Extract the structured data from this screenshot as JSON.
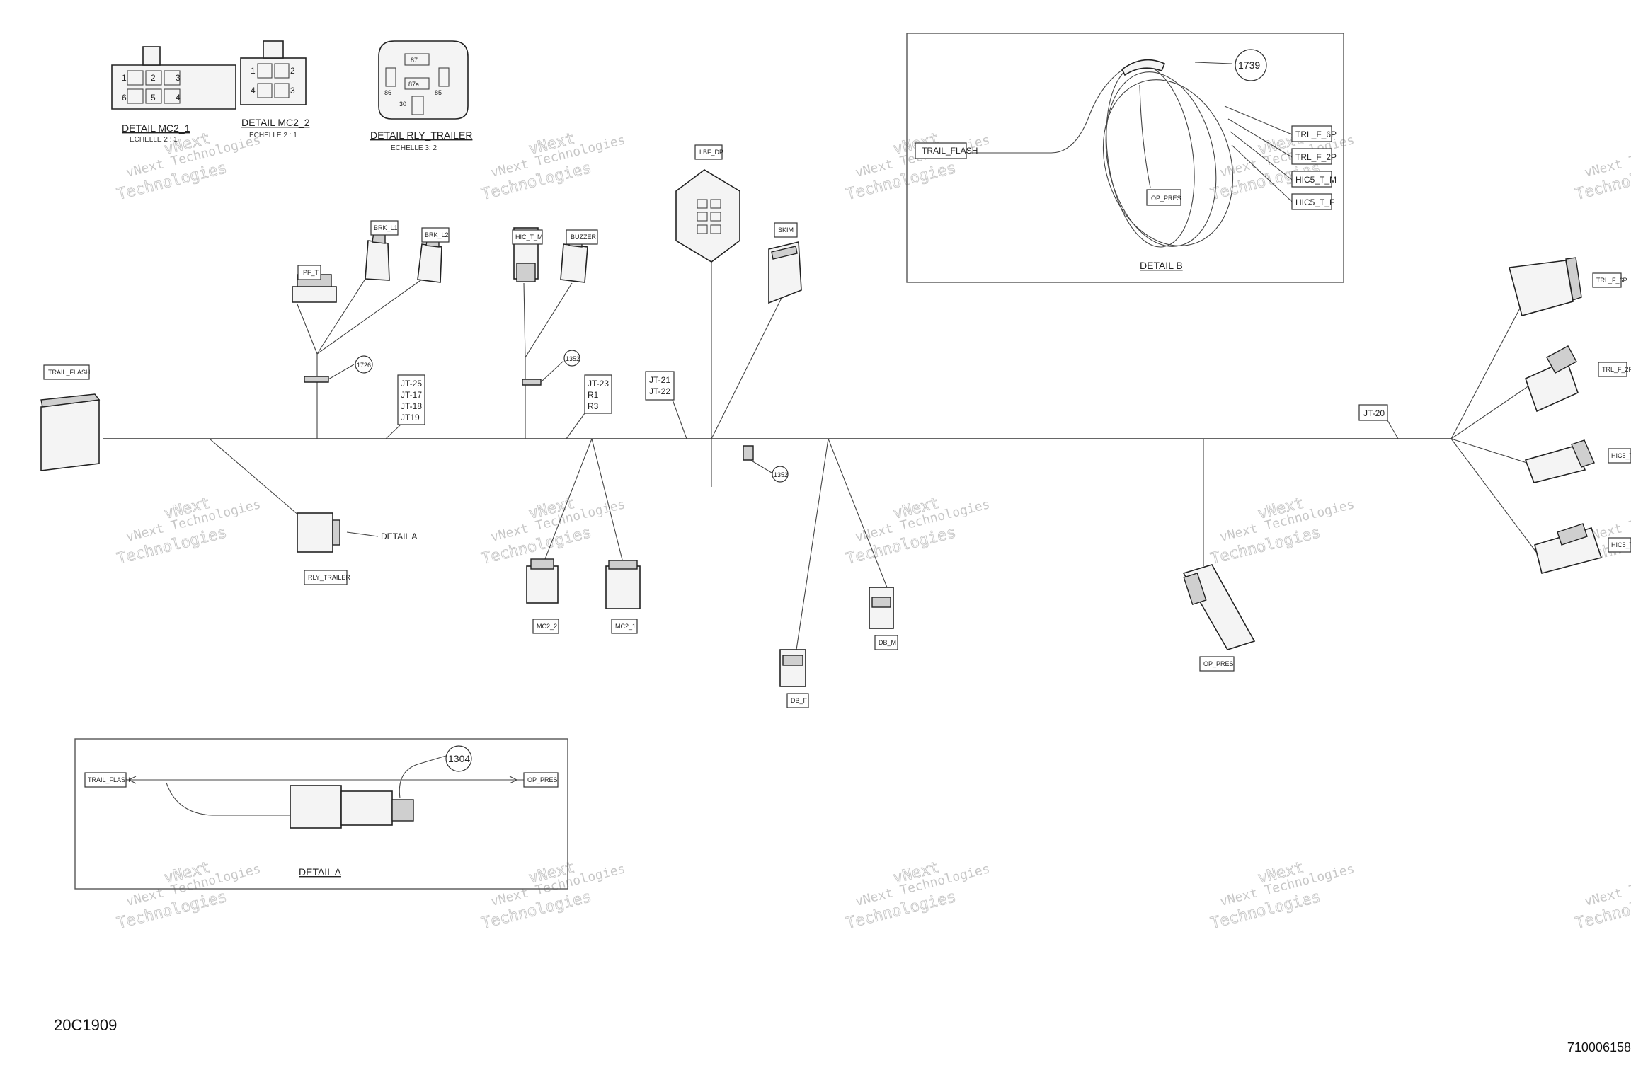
{
  "document": {
    "id": "20C1909",
    "sheet": "710006158"
  },
  "watermark": {
    "line1": "vNext Technologies",
    "line2": "Technologies",
    "line3": "vNext"
  },
  "details": {
    "mc2_1": {
      "title": "DETAIL MC2_1",
      "scale": "ECHELLE 2 : 1"
    },
    "mc2_2": {
      "title": "DETAIL MC2_2",
      "scale": "ECHELLE 2 : 1"
    },
    "rly": {
      "title": "DETAIL RLY_TRAILER",
      "scale": "ECHELLE 3: 2"
    },
    "a": {
      "title": "DETAIL A"
    },
    "b": {
      "title": "DETAIL B"
    }
  },
  "pins": {
    "mc2_1": [
      "1",
      "2",
      "3",
      "6",
      "5",
      "4"
    ],
    "mc2_2": [
      "1",
      "2",
      "4",
      "3"
    ],
    "rly": [
      "87",
      "87a",
      "86",
      "85",
      "30"
    ]
  },
  "connectors": {
    "trail_flash": "TRAIL_FLASH",
    "pf_t": "PF_T",
    "brk_l1": "BRK_L1",
    "brk_l2": "BRK_L2",
    "hic_t_m": "HIC_T_M",
    "buzzer": "BUZZER",
    "lbf_dp": "LBF_DP",
    "skim": "SKIM",
    "rly_trailer": "RLY_TRAILER",
    "mc2_2": "MC2_2",
    "mc2_1": "MC2_1",
    "db_f": "DB_F",
    "db_m": "DB_M",
    "op_pres": "OP_PRES",
    "trl_f_6p": "TRL_F_6P",
    "trl_f_2p": "TRL_F_2P",
    "hic5_t": "HIC5_T",
    "hic5_t_m": "HIC5_T_M",
    "hic5_t_f": "HIC5_T_F"
  },
  "junctions": {
    "j1": [
      "JT-25",
      "JT-17",
      "JT-18",
      "JT19"
    ],
    "j2": [
      "JT-23",
      "R1",
      "R3"
    ],
    "j3": [
      "JT-21",
      "JT-22"
    ],
    "j4": "JT-20"
  },
  "callouts": {
    "c1739": "1739",
    "c1304": "1304",
    "c1726": "1726",
    "c1352a": "1352",
    "c1352b": "1352"
  },
  "labels": {
    "detail_a_arrow": "DETAIL A"
  }
}
